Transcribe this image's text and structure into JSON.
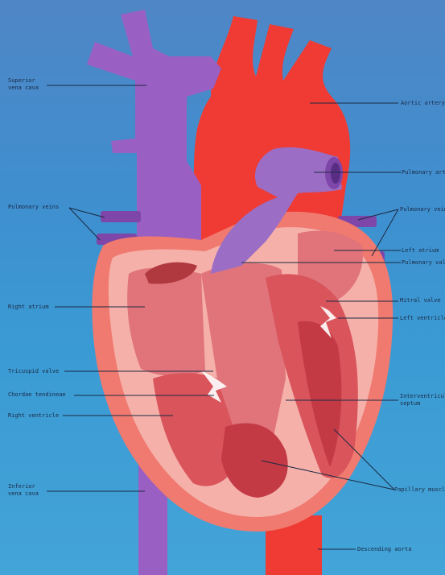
{
  "labels": {
    "superior_vena_cava": [
      "Superior",
      "vena cava"
    ],
    "aortic_artery": "Aortic artery",
    "pulmonary_artery": "Pulmonary artery",
    "pulmonary_veins_left": "Pulmonary veins",
    "pulmonary_veins_right": "Pulmonary veins",
    "left_atrium": "Left atrium",
    "pulmonary_valve": "Pulmonary valve",
    "right_atrium": "Right atrium",
    "mitral_valve": "Mitral valve",
    "left_ventricle": "Left ventricle",
    "tricuspid_valve": "Tricuspid valve",
    "chordae_tendineae": "Chordae tendineae",
    "interventricular_septum": [
      "Interventricular",
      "septum"
    ],
    "right_ventricle": "Right ventricle",
    "inferior_vena_cava": [
      "Inferior",
      "vena cava"
    ],
    "papillary_muscles": "Papillary muscles",
    "descending_aorta": "Descending aorta"
  },
  "colors": {
    "vein": "#9a5fc2",
    "vein_dark": "#7d46a8",
    "artery": "#ef3b34",
    "heart_outer": "#f07a6f",
    "heart_inner": "#f5b0aa",
    "muscle": "#d9545b",
    "muscle_dark": "#c33a45",
    "pulmonary": "#9b6dc4"
  }
}
